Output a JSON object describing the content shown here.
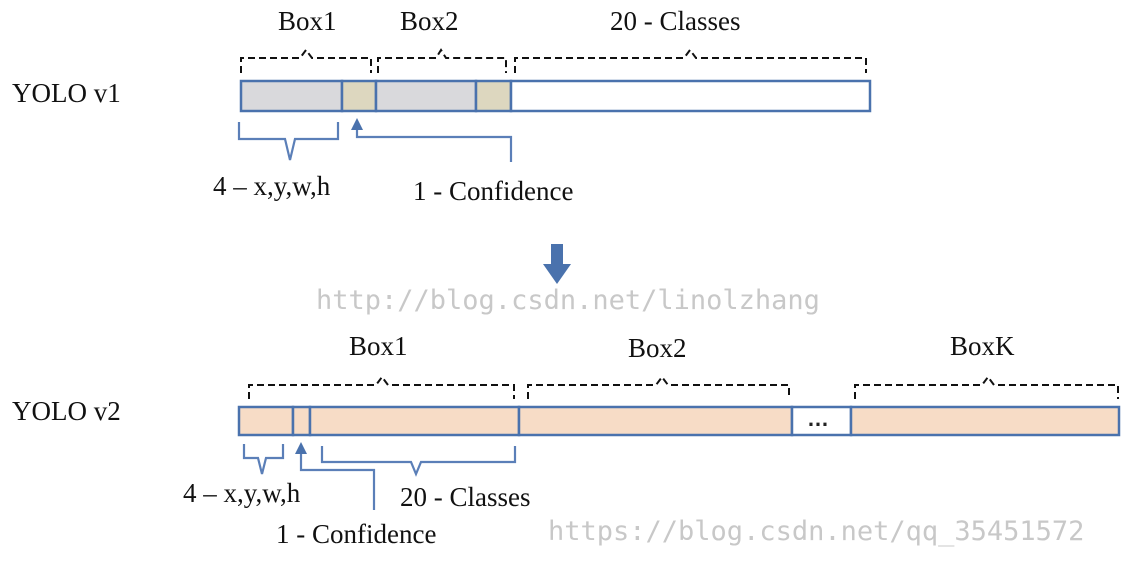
{
  "v1": {
    "row_label": "YOLO v1",
    "box1_label": "Box1",
    "box2_label": "Box2",
    "classes_label": "20 - Classes",
    "coords_label": "4 – x,y,w,h",
    "confidence_label": "1 - Confidence"
  },
  "v2": {
    "row_label": "YOLO v2",
    "box1_label": "Box1",
    "box2_label": "Box2",
    "boxk_label": "BoxK",
    "ellipsis": "…",
    "coords_label": "4 – x,y,w,h",
    "classes_label": "20 - Classes",
    "confidence_label": "1 - Confidence"
  },
  "watermarks": {
    "top": "http://blog.csdn.net/linolzhang",
    "bottom": "https://blog.csdn.net/qq_35451572"
  },
  "colors": {
    "outline": "#4a72ad",
    "v1_coords_fill": "#d9d9dc",
    "v1_conf_fill": "#ddd7bf",
    "v1_classes_fill": "#ffffff",
    "v2_fill": "#f7dcc6",
    "arrow": "#4a72ad",
    "brace_blue": "#5b7fb8"
  },
  "icons": {
    "down_arrow": "down-arrow-icon",
    "up_arrow": "up-arrow-icon"
  }
}
